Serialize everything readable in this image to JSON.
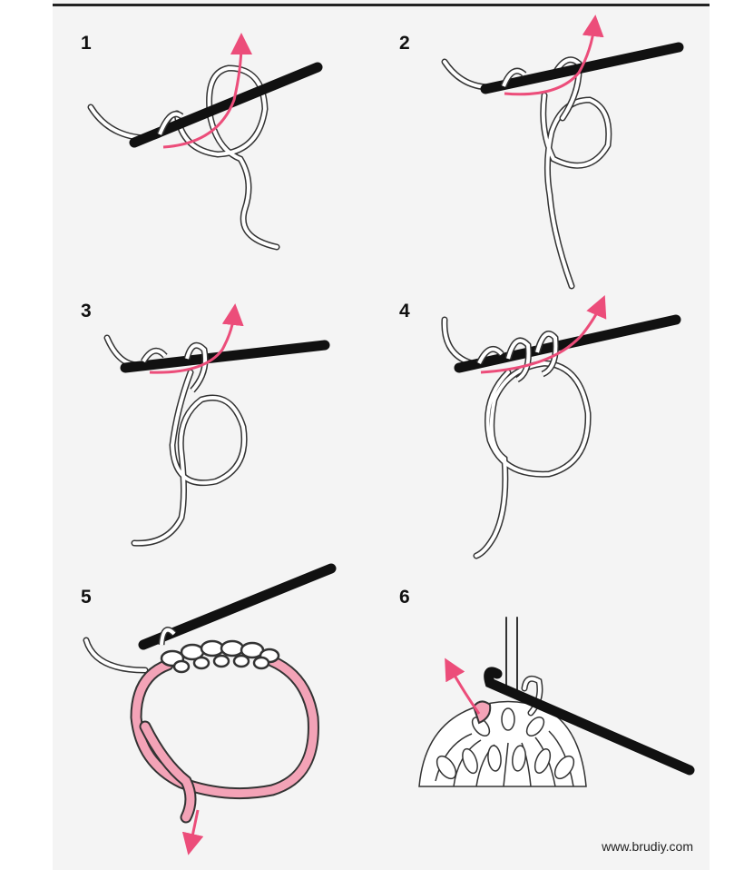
{
  "steps": [
    {
      "label": "1"
    },
    {
      "label": "2"
    },
    {
      "label": "3"
    },
    {
      "label": "4"
    },
    {
      "label": "5"
    },
    {
      "label": "6"
    }
  ],
  "watermark": "www.brudiy.com",
  "colors": {
    "hook": "#111111",
    "yarn_stroke": "#333333",
    "yarn_fill": "#ffffff",
    "arrow": "#ec4d7a",
    "pink_yarn": "#f3a3b7",
    "background": "#f4f4f4"
  }
}
